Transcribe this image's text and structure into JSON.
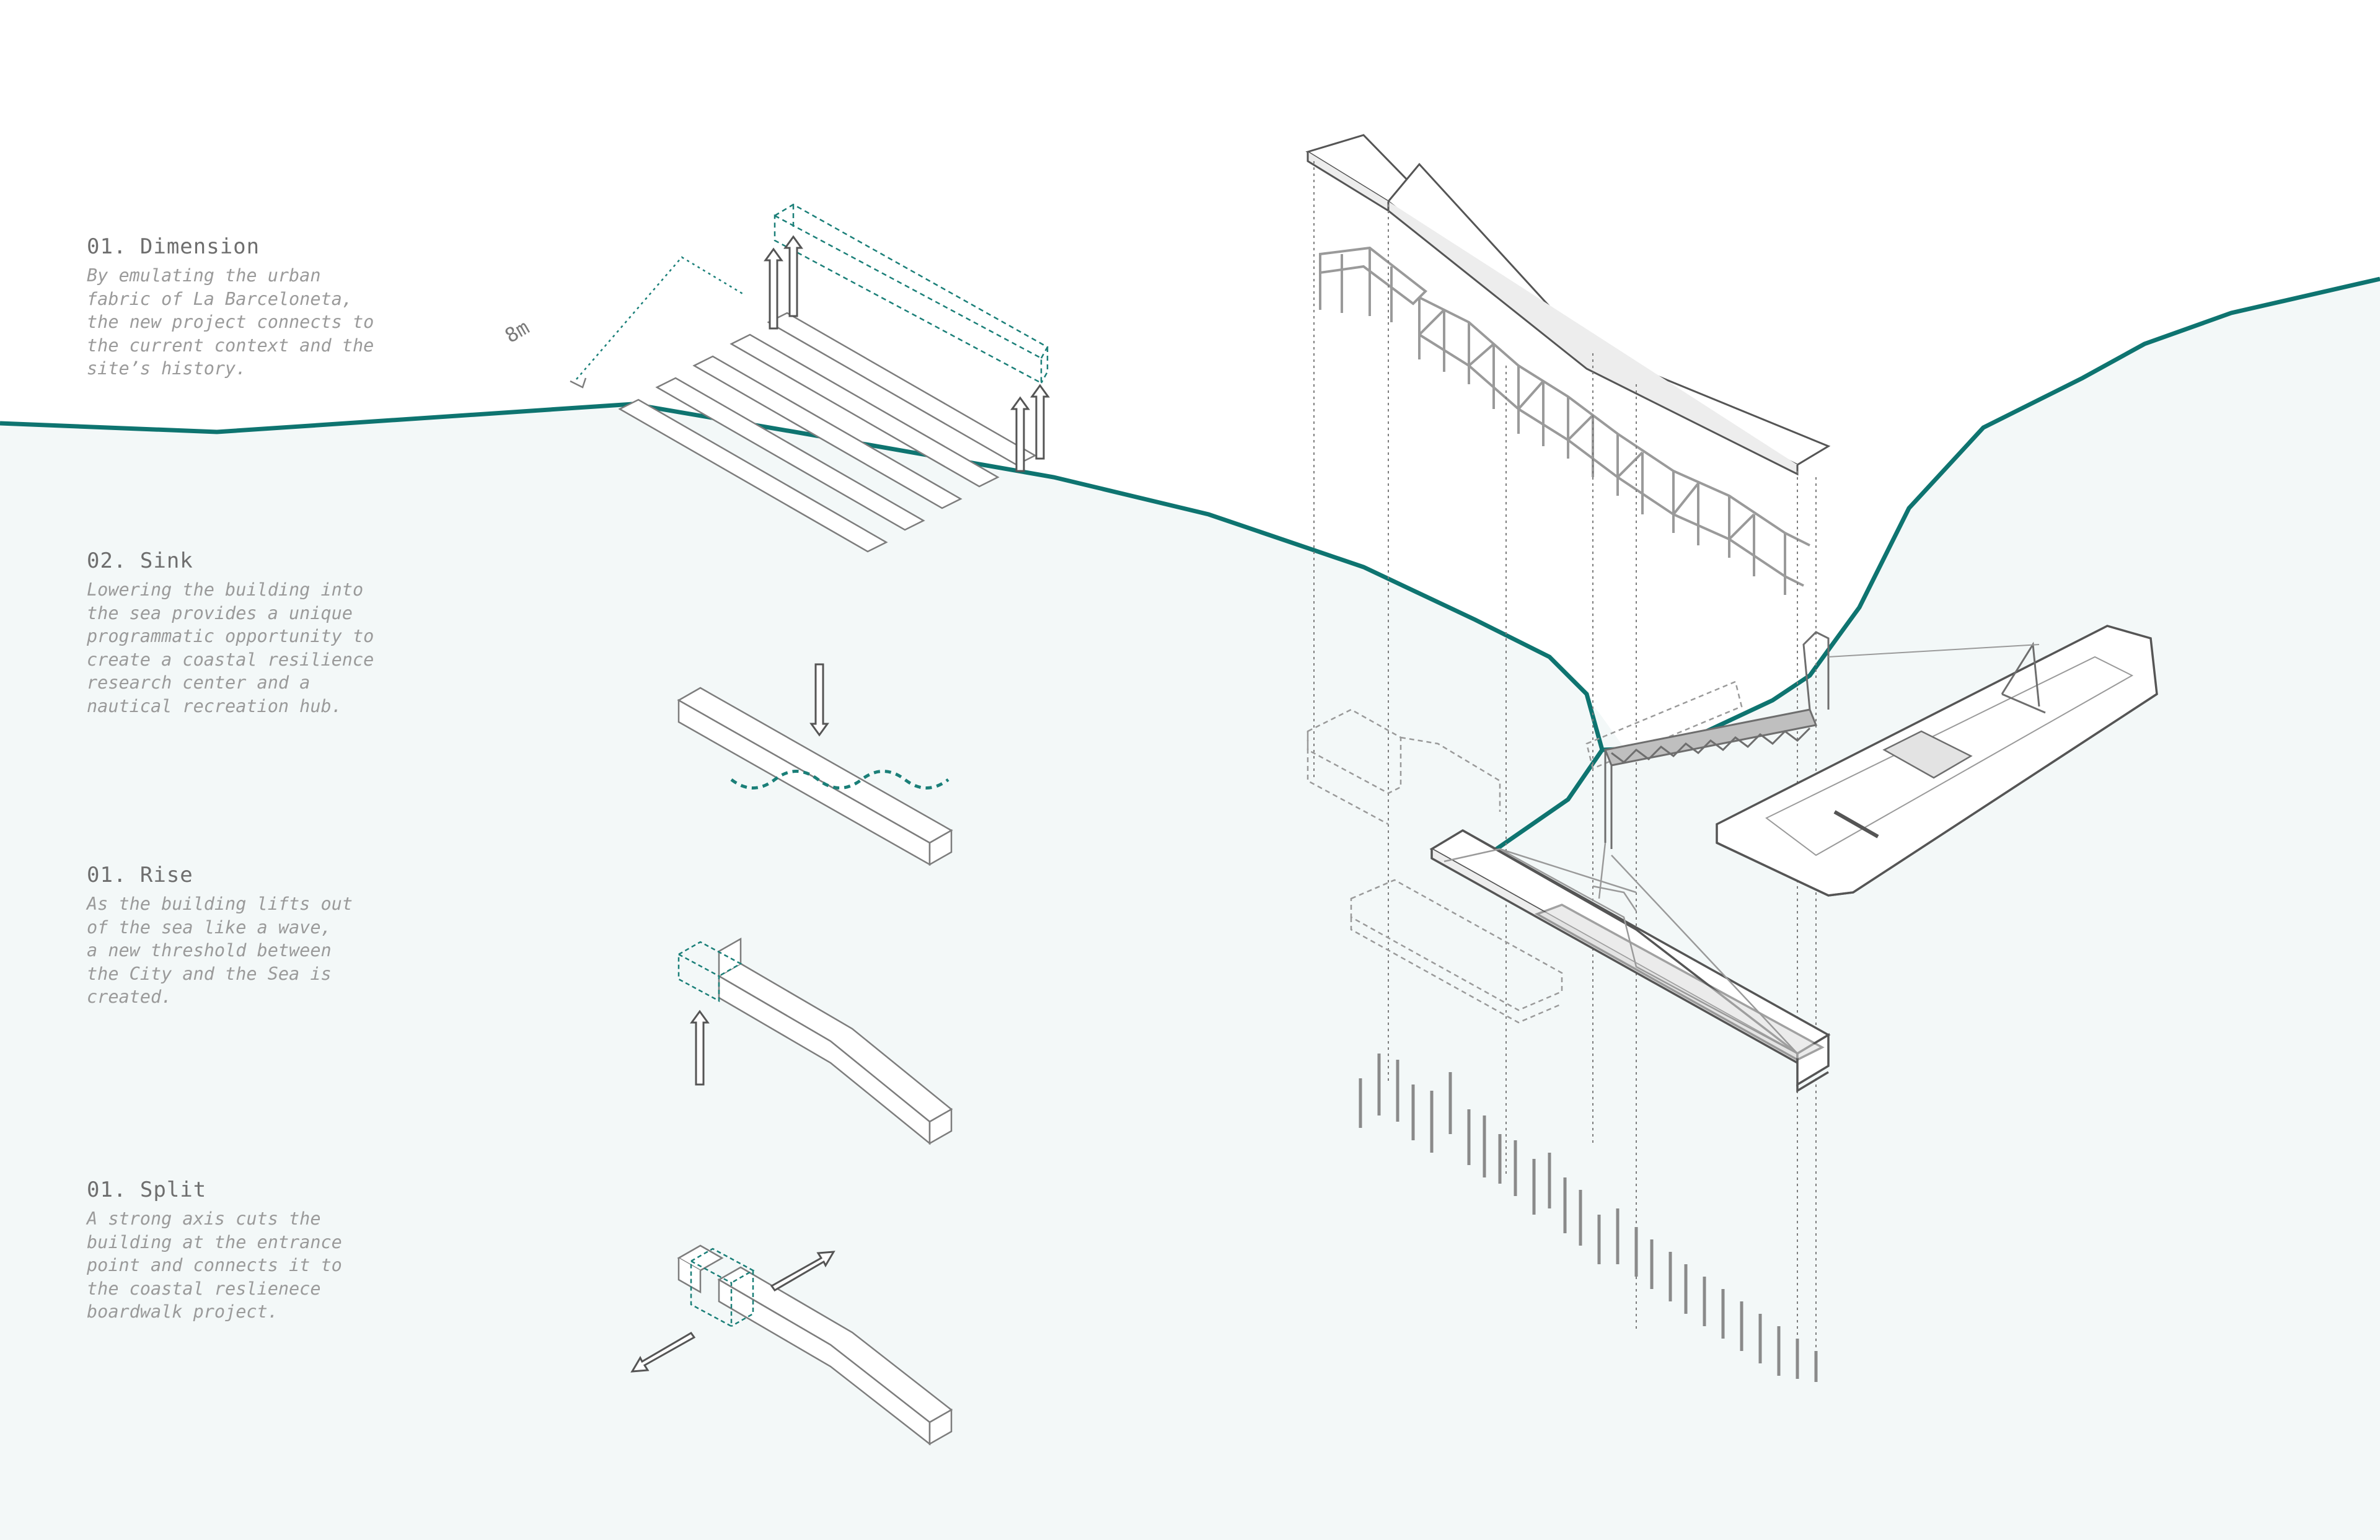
{
  "steps": [
    {
      "title": "01. Dimension",
      "body": "By emulating the urban\nfabric of La Barceloneta,\nthe new project connects to\nthe current context and the\nsite’s history."
    },
    {
      "title": "02. Sink",
      "body": "Lowering the building into\nthe sea provides a unique\nprogrammatic opportunity to\ncreate a coastal resilience\nresearch center and a\nnautical recreation hub."
    },
    {
      "title": "01. Rise",
      "body": "As the building lifts out\nof the sea like a wave,\na new threshold between\nthe City and the Sea is\ncreated."
    },
    {
      "title": "01. Split",
      "body": "A strong axis cuts the\nbuilding at the entrance\npoint and connects it to\nthe coastal reslienece\nboardwalk project."
    }
  ],
  "dimension_label": "8m",
  "colors": {
    "sea_fill": "#f3f8f8",
    "coastline": "#0e7470",
    "accent_dashed": "#1a7f78",
    "linework": "#7d7d7d",
    "text_title": "#6e6e6e",
    "text_body": "#9a9a9a"
  }
}
